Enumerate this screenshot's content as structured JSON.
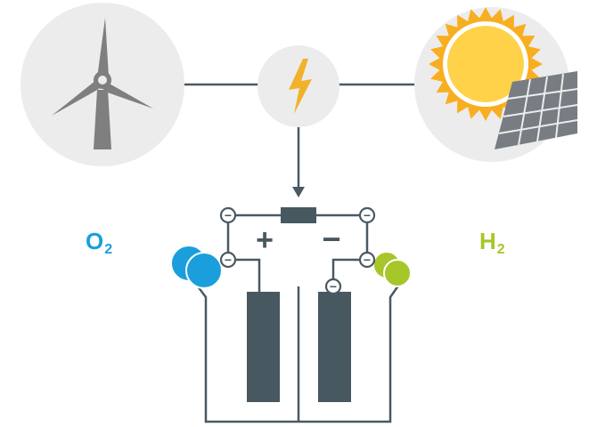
{
  "diagram": {
    "sources": [
      {
        "name": "wind-turbine-icon"
      },
      {
        "name": "lightning-bolt-icon"
      },
      {
        "name": "sun-icon"
      },
      {
        "name": "solar-panel-icon"
      }
    ],
    "signs": {
      "positive": "+",
      "negative": "−",
      "electron": "−"
    },
    "gases": {
      "oxygen": {
        "symbol": "O",
        "subscript": "2",
        "color": "#1a9fdc"
      },
      "hydrogen": {
        "symbol": "H",
        "subscript": "2",
        "color": "#a7c629"
      }
    },
    "colors": {
      "circle_bg": "#ececec",
      "line": "#4a5962",
      "electrode": "#485860",
      "turbine": "#7f7f7f",
      "bolt": "#f1b12a",
      "sun": "#f8ae20",
      "sun_core": "#ffd24a",
      "panel": "#777d82"
    }
  }
}
